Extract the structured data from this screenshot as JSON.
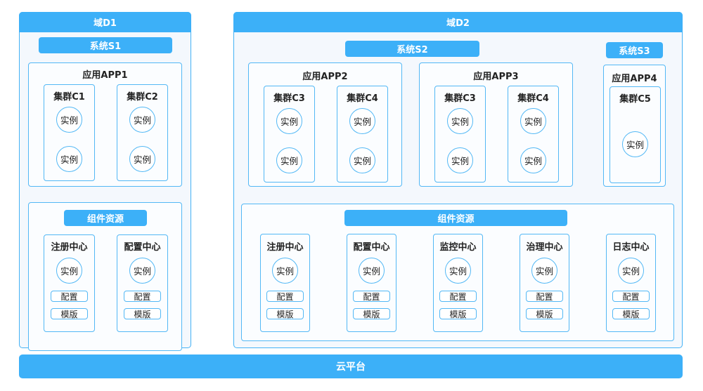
{
  "cloud": "云平台",
  "d1": {
    "title": "域D1",
    "system": "系统S1",
    "app": {
      "title": "应用APP1",
      "clusters": [
        {
          "title": "集群C1",
          "instances": [
            "实例",
            "实例"
          ]
        },
        {
          "title": "集群C2",
          "instances": [
            "实例",
            "实例"
          ]
        }
      ]
    },
    "resources": {
      "title": "组件资源",
      "items": [
        {
          "title": "注册中心",
          "instance": "实例",
          "config": "配置",
          "template": "模版"
        },
        {
          "title": "配置中心",
          "instance": "实例",
          "config": "配置",
          "template": "模版"
        }
      ]
    }
  },
  "d2": {
    "title": "域D2",
    "s2": {
      "title": "系统S2",
      "apps": [
        {
          "title": "应用APP2",
          "clusters": [
            {
              "title": "集群C3",
              "instances": [
                "实例",
                "实例"
              ]
            },
            {
              "title": "集群C4",
              "instances": [
                "实例",
                "实例"
              ]
            }
          ]
        },
        {
          "title": "应用APP3",
          "clusters": [
            {
              "title": "集群C3",
              "instances": [
                "实例",
                "实例"
              ]
            },
            {
              "title": "集群C4",
              "instances": [
                "实例",
                "实例"
              ]
            }
          ]
        }
      ]
    },
    "s3": {
      "title": "系统S3",
      "app": {
        "title": "应用APP4",
        "cluster": {
          "title": "集群C5",
          "instance": "实例"
        }
      }
    },
    "resources": {
      "title": "组件资源",
      "items": [
        {
          "title": "注册中心",
          "instance": "实例",
          "config": "配置",
          "template": "模版"
        },
        {
          "title": "配置中心",
          "instance": "实例",
          "config": "配置",
          "template": "模版"
        },
        {
          "title": "监控中心",
          "instance": "实例",
          "config": "配置",
          "template": "模版"
        },
        {
          "title": "治理中心",
          "instance": "实例",
          "config": "配置",
          "template": "模版"
        },
        {
          "title": "日志中心",
          "instance": "实例",
          "config": "配置",
          "template": "模版"
        }
      ]
    }
  }
}
